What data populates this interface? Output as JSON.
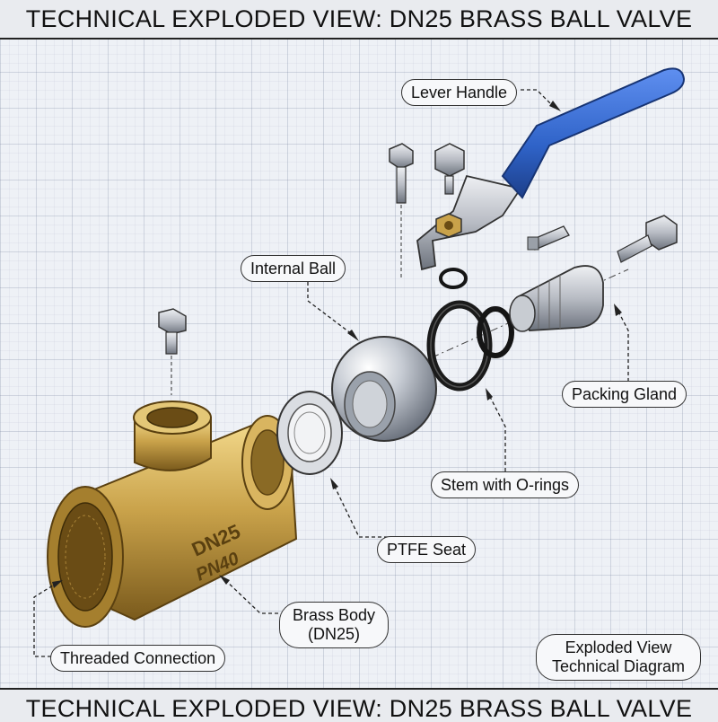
{
  "banner_title": "TECHNICAL EXPLODED VIEW: DN25 BRASS BALL VALVE",
  "labels": {
    "lever_handle": "Lever Handle",
    "internal_ball": "Internal Ball",
    "packing_gland": "Packing Gland",
    "stem_orings": "Stem with O-rings",
    "ptfe_seat": "PTFE Seat",
    "brass_body_line1": "Brass Body",
    "brass_body_line2": "(DN25)",
    "threaded_connection": "Threaded Connection",
    "caption_line1": "Exploded View",
    "caption_line2": "Technical Diagram"
  },
  "body_marking": {
    "size": "DN25",
    "pressure": "PN40"
  },
  "colors": {
    "handle_blue": "#2f63c8",
    "brass": "#c9a24a",
    "steel": "#b8bcc4"
  }
}
